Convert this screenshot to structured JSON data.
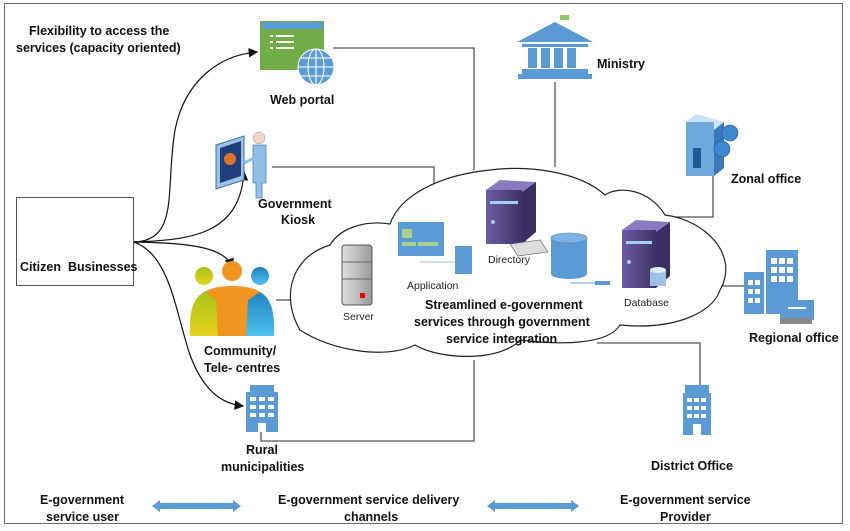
{
  "title_note": {
    "line1": "Flexibility to access the",
    "line2": "services (capacity oriented)"
  },
  "users_box": {
    "citizen_label": "Citizen",
    "businesses_label": "Businesses"
  },
  "channels": {
    "web_portal": "Web portal",
    "kiosk_line1": "Government",
    "kiosk_line2": "Kiosk",
    "community_line1": "Community/",
    "community_line2": "Tele- centres",
    "rural_line1": "Rural",
    "rural_line2": "municipalities"
  },
  "cloud": {
    "server_label": "Server",
    "application_label": "Application",
    "directory_label": "Directory",
    "database_label": "Database",
    "caption_line1": "Streamlined e-government",
    "caption_line2": "services through government",
    "caption_line3": "service integration"
  },
  "providers": {
    "ministry": "Ministry",
    "zonal": "Zonal office",
    "regional": "Regional office",
    "district": "District Office"
  },
  "footer": {
    "user_line1": "E-government",
    "user_line2": "service user",
    "channels_line1": "E-government service delivery",
    "channels_line2": "channels",
    "provider_line1": "E-government service",
    "provider_line2": "Provider"
  },
  "colors": {
    "icon_blue": "#5b9bd5",
    "portal_green": "#70ad47",
    "server_purple": "#5a4a8a",
    "line_gray": "#555555"
  }
}
